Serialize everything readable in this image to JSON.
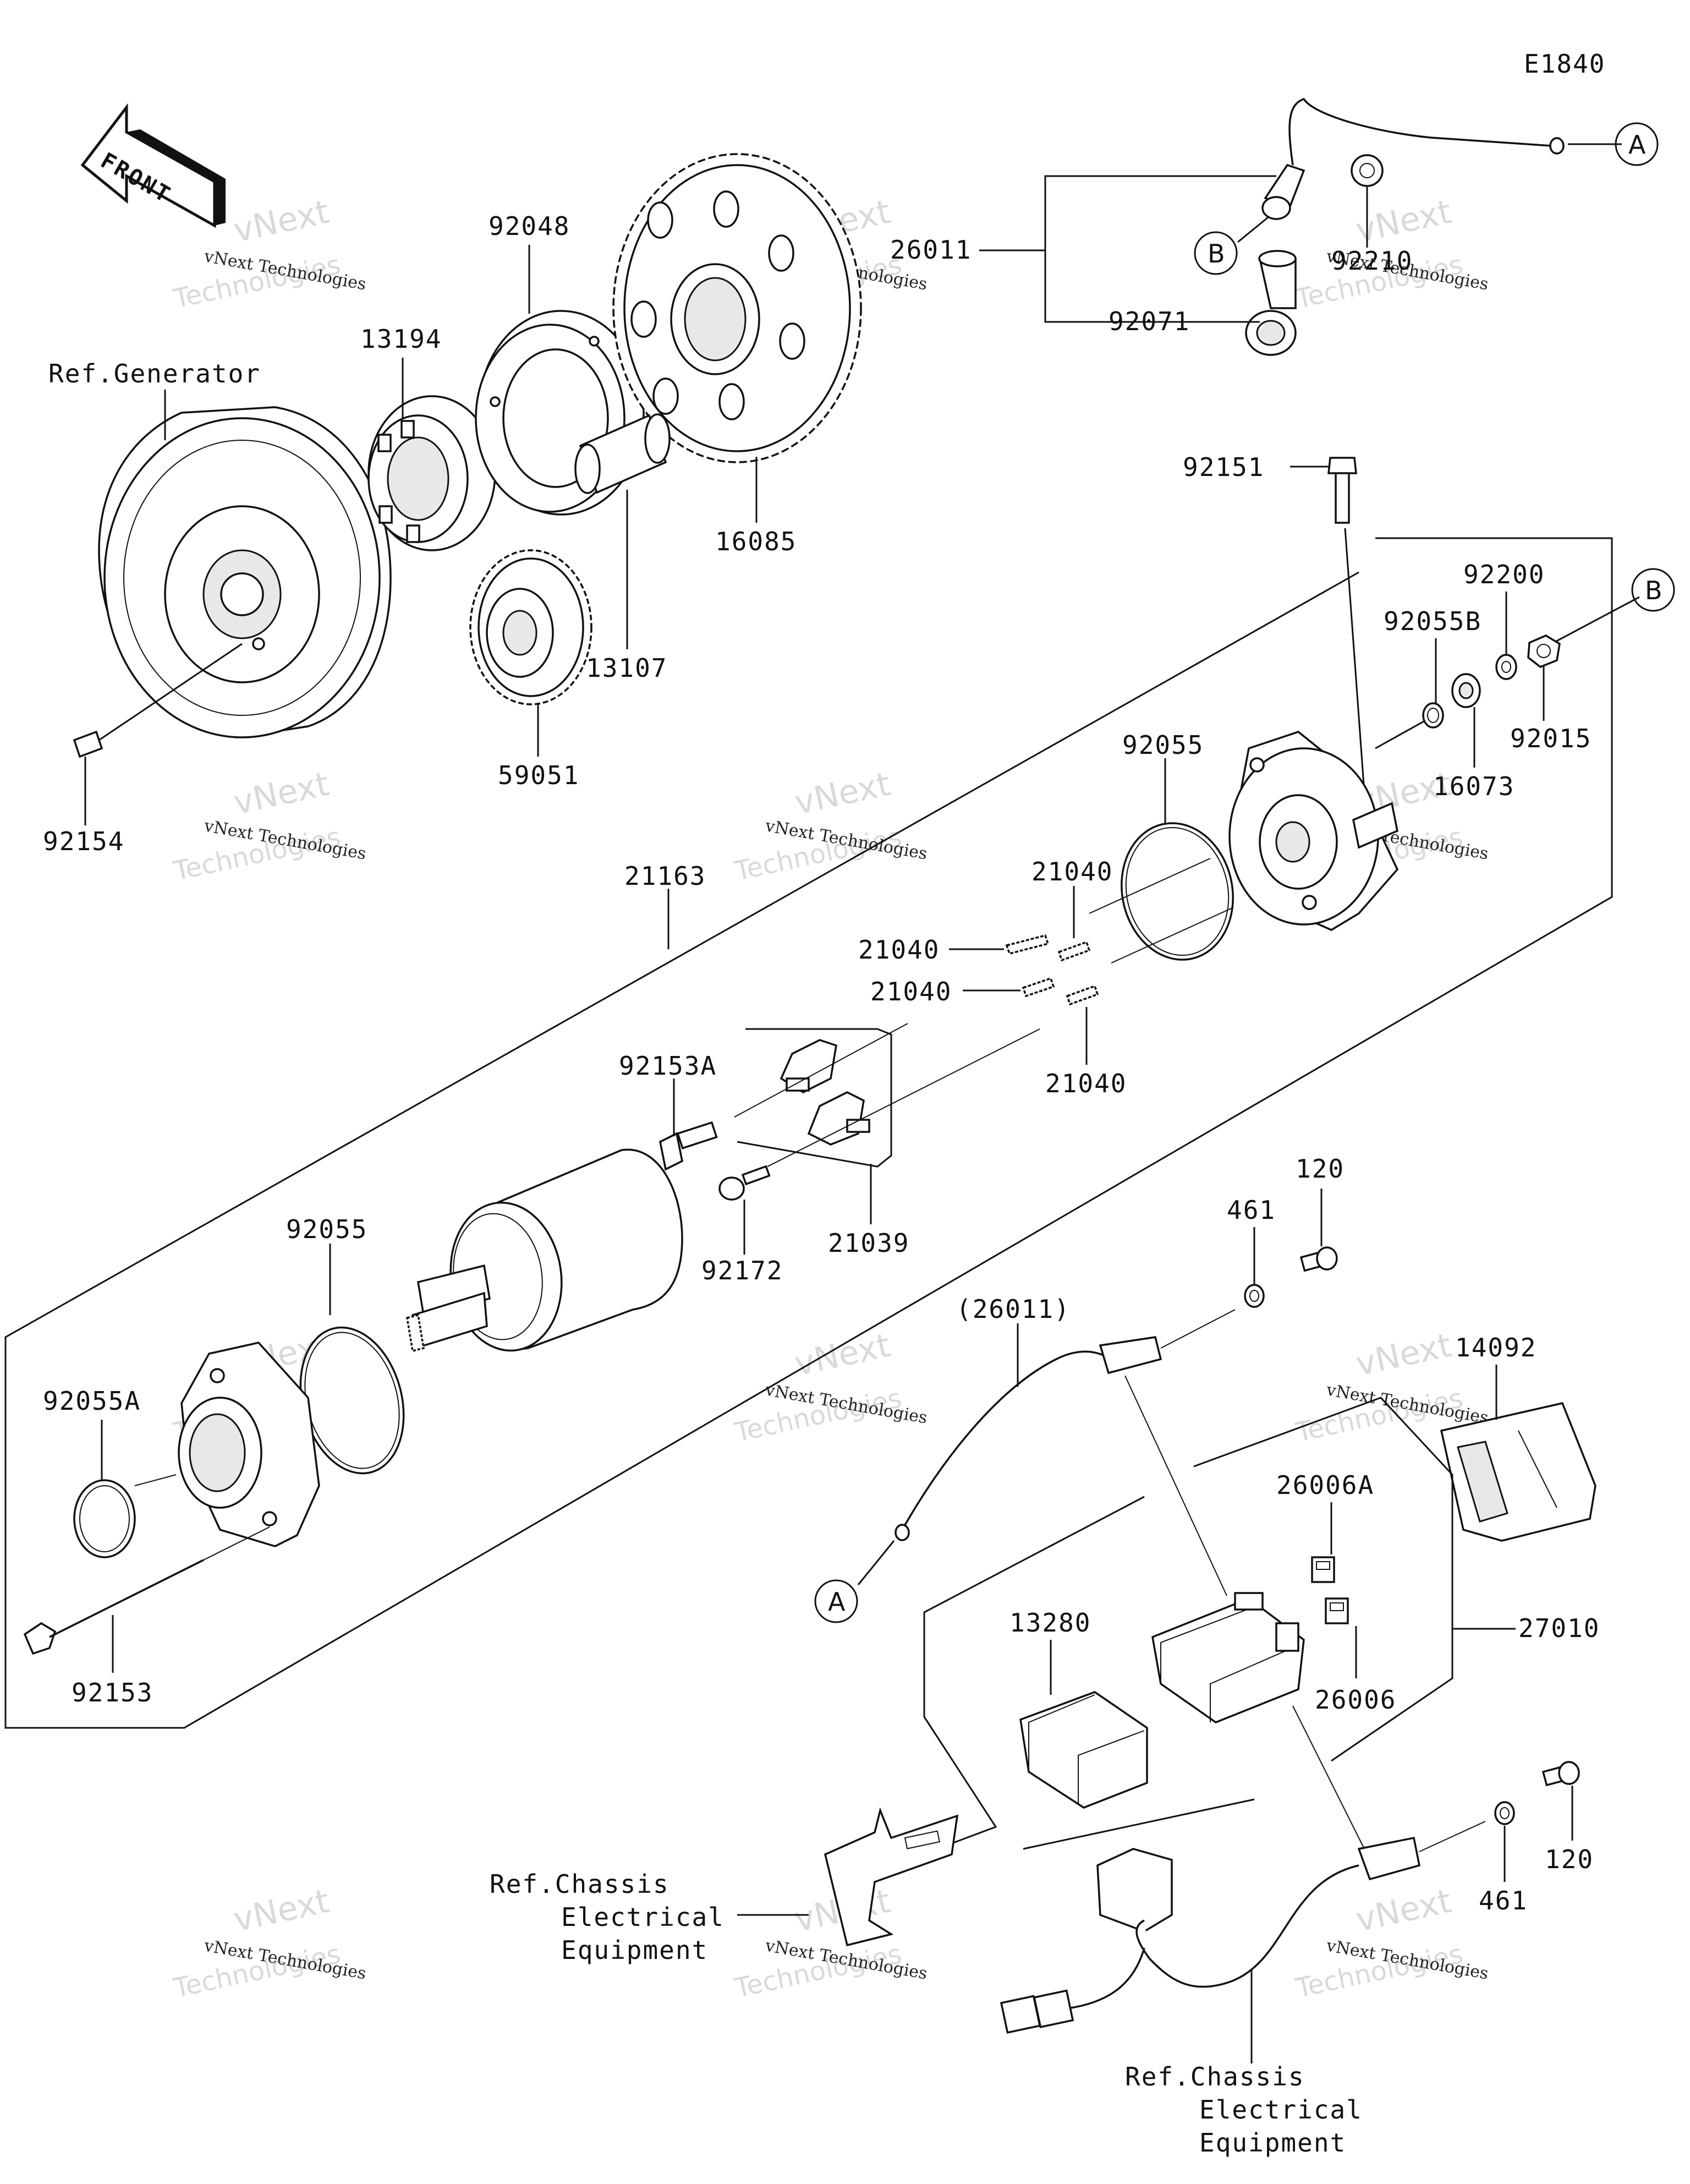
{
  "diagram_code": "E1840",
  "front_label": "FRONT",
  "watermark": {
    "line1": "vNext Technologies",
    "line2": "vNext",
    "line3": "Technologies"
  },
  "parts": {
    "p26011": "26011",
    "p26011_paren": "(26011)",
    "p92210": "92210",
    "p92071": "92071",
    "p92048": "92048",
    "p13194": "13194",
    "p16085": "16085",
    "p13107": "13107",
    "p59051": "59051",
    "p92154": "92154",
    "p92151": "92151",
    "p92200": "92200",
    "p92055B": "92055B",
    "p92015": "92015",
    "p16073": "16073",
    "p92055_top": "92055",
    "p21163": "21163",
    "p21040_a": "21040",
    "p21040_b": "21040",
    "p21040_c": "21040",
    "p21040_d": "21040",
    "p92153A": "92153A",
    "p21039": "21039",
    "p92172": "92172",
    "p92055_bot": "92055",
    "p92055A": "92055A",
    "p92153": "92153",
    "p120_a": "120",
    "p461_a": "461",
    "p14092": "14092",
    "p26006A": "26006A",
    "p26006": "26006",
    "p27010": "27010",
    "p13280": "13280",
    "p120_b": "120",
    "p461_b": "461"
  },
  "refs": {
    "generator": "Ref.Generator",
    "chassis1_l1": "Ref.Chassis",
    "chassis1_l2": "Electrical",
    "chassis1_l3": "Equipment",
    "chassis2_l1": "Ref.Chassis",
    "chassis2_l2": "Electrical",
    "chassis2_l3": "Equipment"
  },
  "callouts": {
    "a": "A",
    "b": "B"
  }
}
